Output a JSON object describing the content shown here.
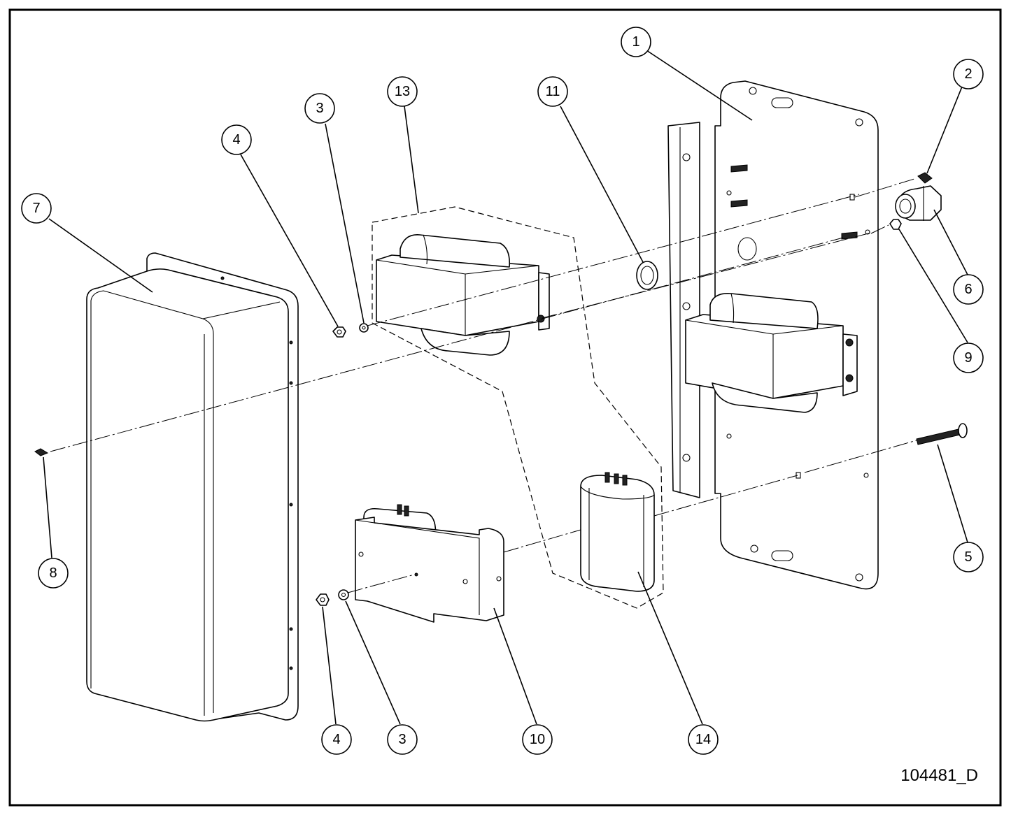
{
  "drawing_number": "104481_D",
  "balloons": [
    {
      "id": "b1",
      "label": "1"
    },
    {
      "id": "b2",
      "label": "2"
    },
    {
      "id": "b3a",
      "label": "3"
    },
    {
      "id": "b4a",
      "label": "4"
    },
    {
      "id": "b5",
      "label": "5"
    },
    {
      "id": "b6",
      "label": "6"
    },
    {
      "id": "b7",
      "label": "7"
    },
    {
      "id": "b8",
      "label": "8"
    },
    {
      "id": "b9",
      "label": "9"
    },
    {
      "id": "b10",
      "label": "10"
    },
    {
      "id": "b11",
      "label": "11"
    },
    {
      "id": "b13",
      "label": "13"
    },
    {
      "id": "b14",
      "label": "14"
    },
    {
      "id": "b4b",
      "label": "4"
    },
    {
      "id": "b3b",
      "label": "3"
    }
  ]
}
